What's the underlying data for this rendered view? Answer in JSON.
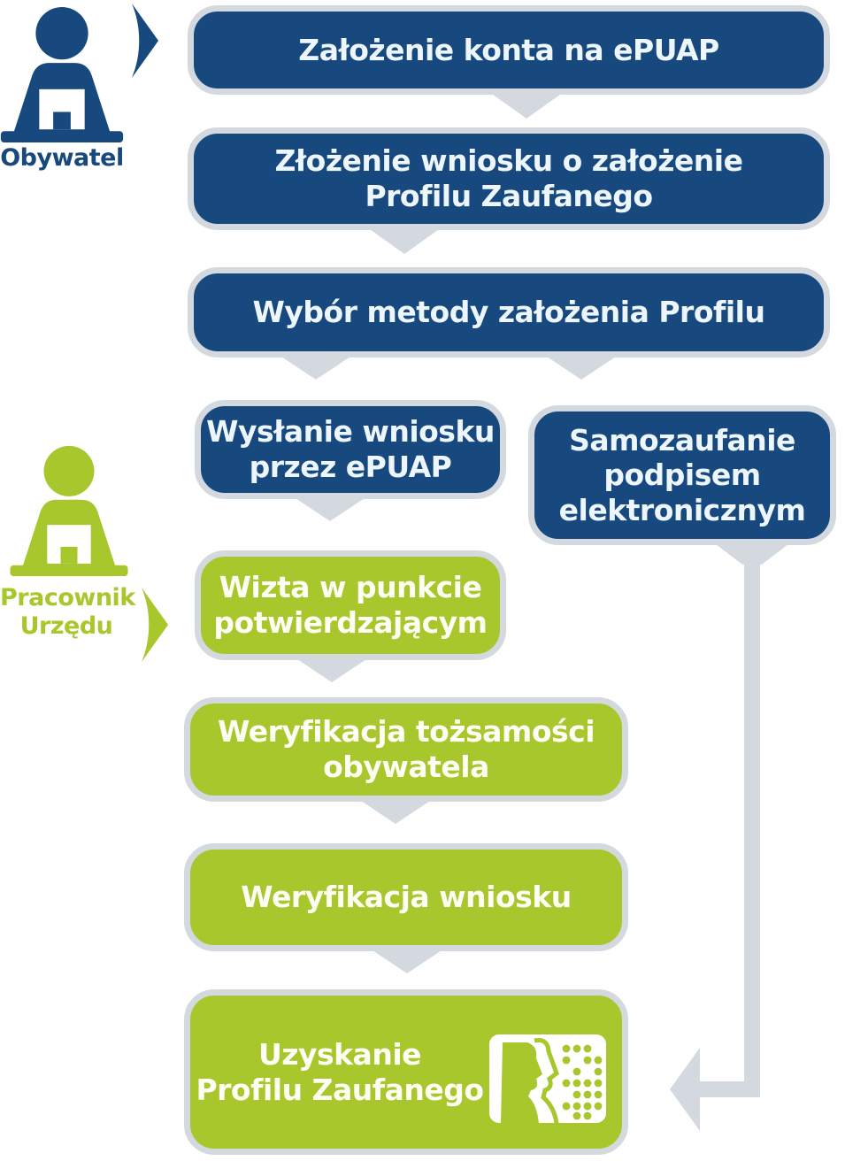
{
  "colors": {
    "primary_blue": "#17497e",
    "accent_green": "#a8c72c",
    "connector_gray": "#d3d9de",
    "text_on_blue": "#eef6fd",
    "text_on_green": "#fdfef4"
  },
  "actors": {
    "citizen": {
      "label": "Obywatel"
    },
    "clerk": {
      "label": "Pracownik\nUrzędu"
    }
  },
  "steps": {
    "create_account": {
      "label": "Założenie konta na ePUAP"
    },
    "submit_application": {
      "label": "Złożenie wniosku o założenie\nProfilu Zaufanego"
    },
    "choose_method": {
      "label": "Wybór metody założenia Profilu"
    },
    "send_via_epuap": {
      "label": "Wysłanie wniosku\nprzez ePUAP"
    },
    "self_trust": {
      "label": "Samozaufanie\npodpisem\nelektronicznym"
    },
    "visit_point": {
      "label": "Wizta w punkcie\npotwierdzającym"
    },
    "verify_identity": {
      "label": "Weryfikacja tożsamości\nobywatela"
    },
    "verify_application": {
      "label": "Weryfikacja wniosku"
    },
    "obtain_profile": {
      "label": "Uzyskanie\nProfilu Zaufanego"
    }
  },
  "icons": {
    "citizen_icon": "person-at-laptop",
    "clerk_icon": "person-at-laptop",
    "flow_wedge": "right-pointing-wedge",
    "profil_zaufany_logo": "two-profiles-with-dot-matrix"
  }
}
